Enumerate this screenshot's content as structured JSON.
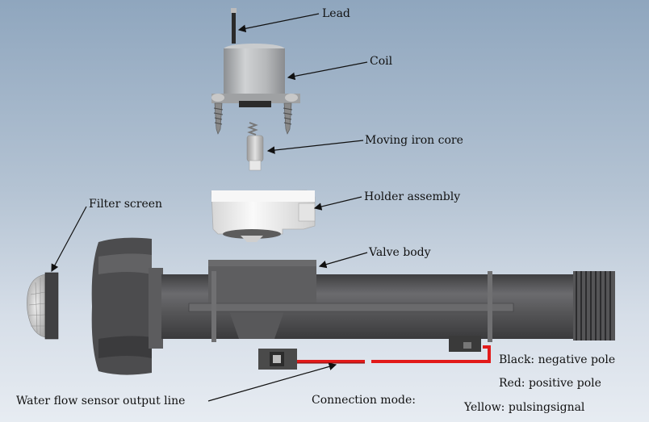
{
  "labels": {
    "lead": "Lead",
    "coil": "Coil",
    "moving_iron_core": "Moving iron core",
    "holder_assembly": "Holder assembly",
    "filter_screen": "Filter screen",
    "valve_body": "Valve body",
    "output_line": "Water flow sensor output line",
    "connection_mode": "Connection mode:",
    "black": "Black: negative pole",
    "red": "Red: positive pole",
    "yellow": "Yellow: pulsingsignal"
  },
  "colors": {
    "background_top": "#8fa6be",
    "background_bottom": "#e7ecf2",
    "valve_body": "#5a5a5c",
    "coil": "#b6b8ba",
    "holder": "#f2f2f2",
    "wire_red": "#e21a1a",
    "connector": "#3a3a3a"
  }
}
